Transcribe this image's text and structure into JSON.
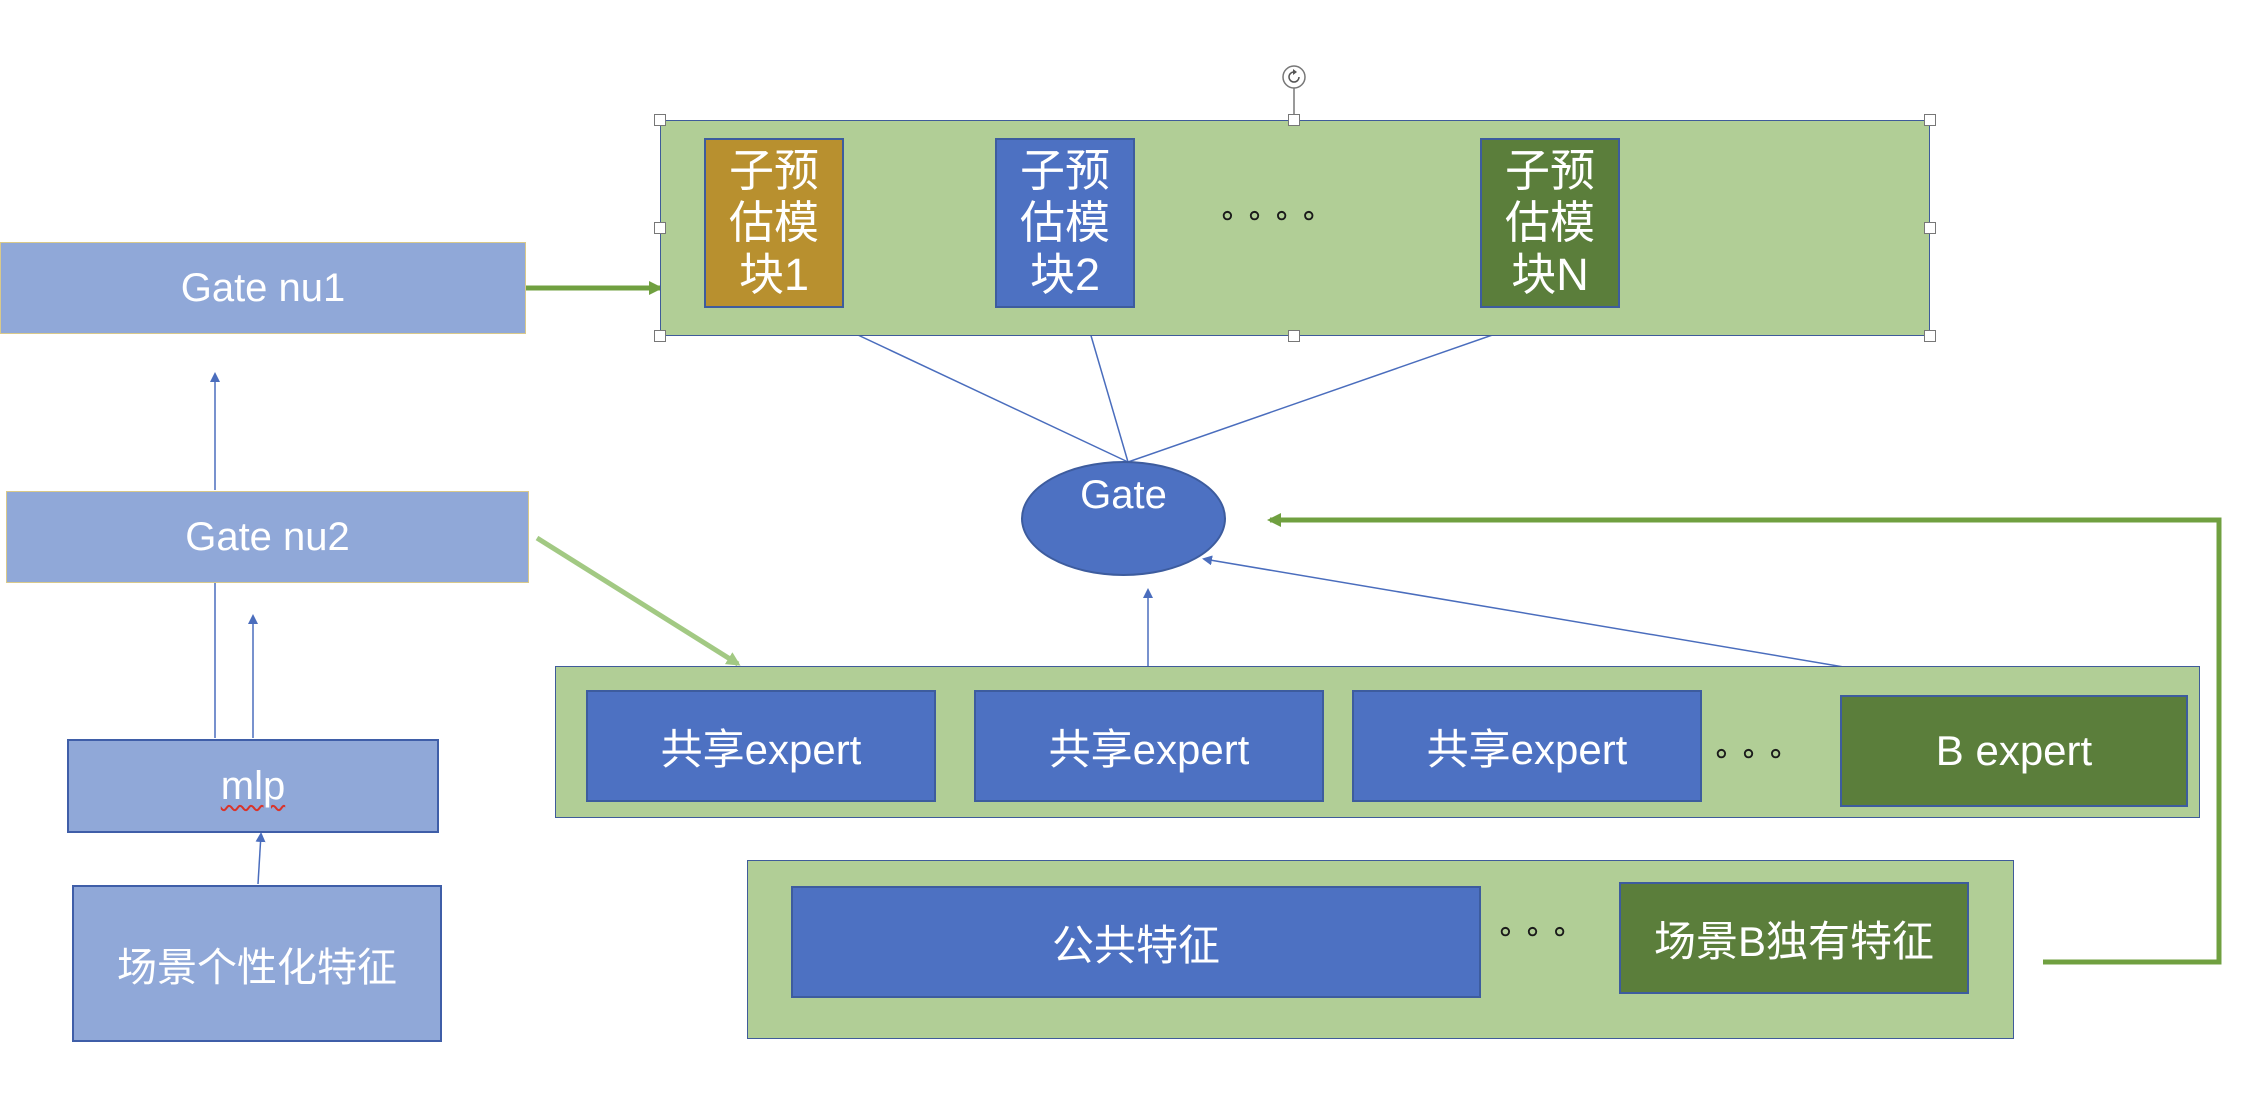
{
  "left": {
    "gate_nu1": "Gate nu1",
    "gate_nu2": "Gate nu2",
    "mlp": "mlp",
    "scene_features": "场景个性化特征"
  },
  "top": {
    "modules": [
      {
        "label": "子预\n估模\n块1",
        "color": "#b8902f"
      },
      {
        "label": "子预\n估模\n块2",
        "color": "#4d71c2"
      },
      {
        "label": "子预\n估模\n块N",
        "color": "#5b7e3b"
      }
    ],
    "dots": "∘ ∘ ∘ ∘"
  },
  "gate": "Gate",
  "experts": {
    "shared": [
      "共享expert",
      "共享expert",
      "共享expert"
    ],
    "dots": "∘ ∘ ∘",
    "b_expert": "B expert"
  },
  "features": {
    "public": "公共特征",
    "dots": "∘ ∘ ∘",
    "b_unique": "场景B独有特征"
  }
}
